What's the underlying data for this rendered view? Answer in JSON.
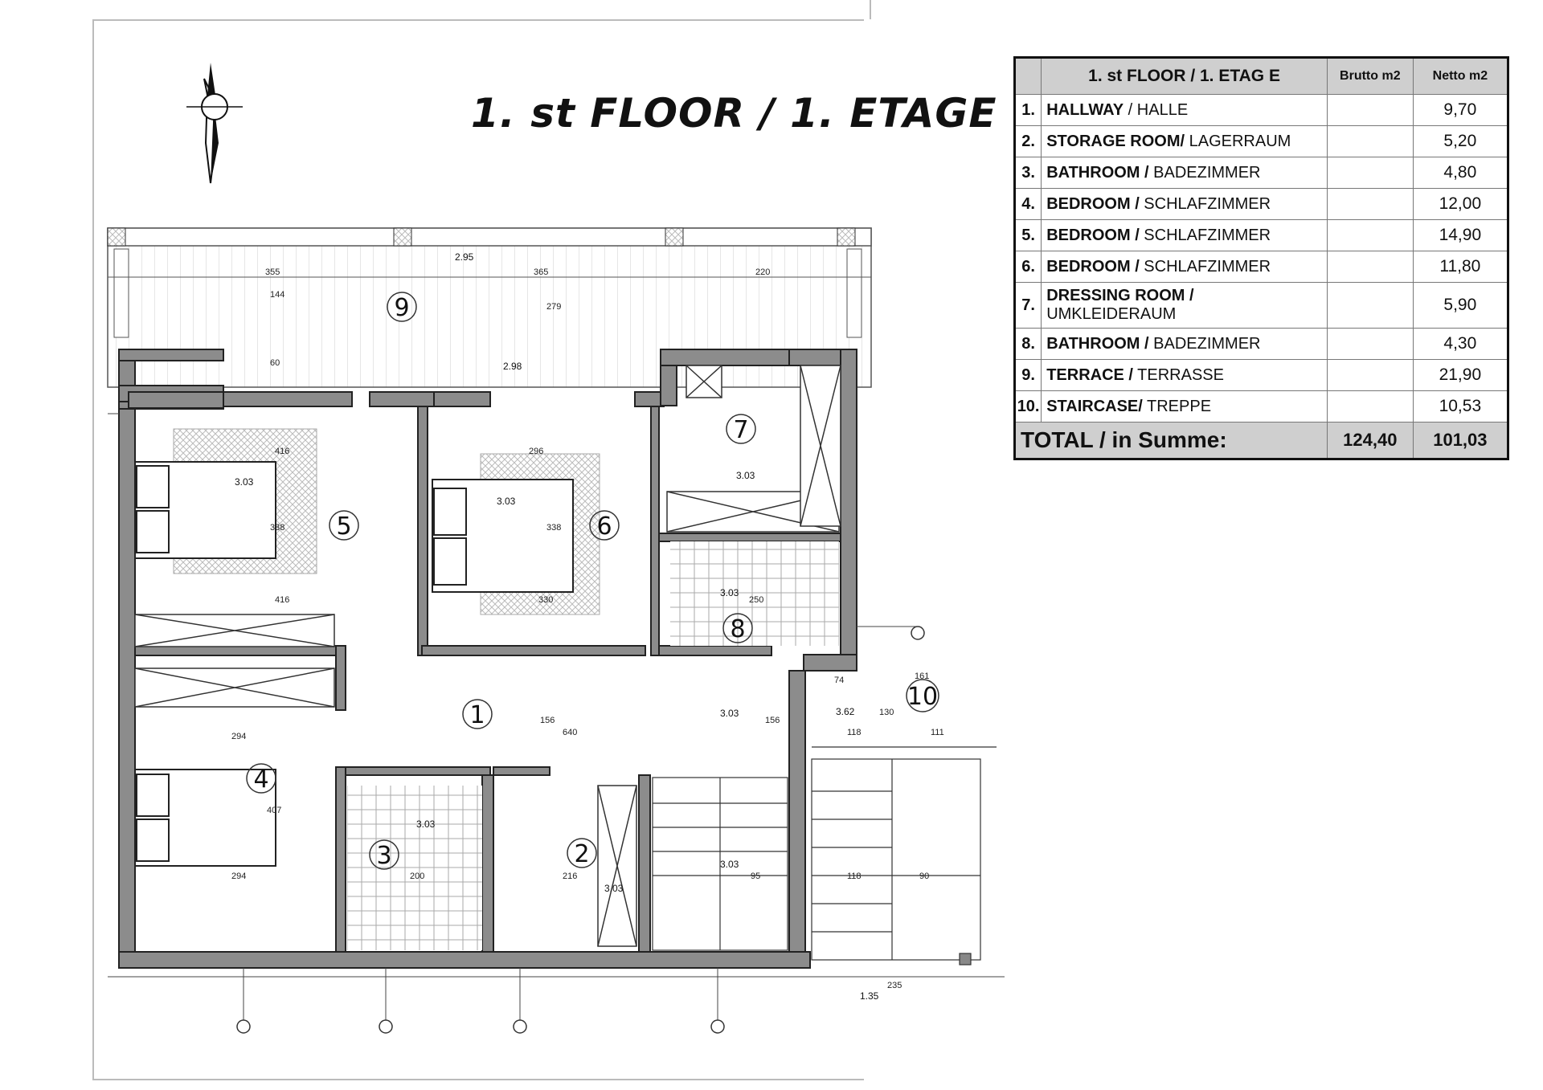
{
  "plan": {
    "title": "1. st FLOOR / 1. ETAGE",
    "room_labels": [
      "1",
      "2",
      "3",
      "4",
      "5",
      "6",
      "7",
      "8",
      "9",
      "10"
    ],
    "elevation_marks": [
      "2.95",
      "2.98",
      "3.03",
      "3.03",
      "3.03",
      "3.03",
      "3.03",
      "3.03",
      "3.03",
      "3.03",
      "3.62",
      "1.35"
    ],
    "dimensions": [
      "355",
      "365",
      "220",
      "416",
      "296",
      "294",
      "294",
      "416",
      "330",
      "250",
      "200",
      "216",
      "118",
      "111",
      "235",
      "640",
      "156",
      "156",
      "161",
      "74",
      "130",
      "90",
      "95",
      "118",
      "338",
      "338",
      "407",
      "144",
      "279",
      "60"
    ]
  },
  "table": {
    "header": {
      "col_name": "1. st FLOOR / 1. ETAG E",
      "col_brutto": "Brutto m2",
      "col_netto": "Netto   m2"
    },
    "rows": [
      {
        "num": "1.",
        "name_bold": "HALLWAY",
        "name_rest": " / HALLE",
        "netto": "9,70"
      },
      {
        "num": "2.",
        "name_bold": "STORAGE ROOM/",
        "name_rest": " LAGERRAUM",
        "netto": "5,20"
      },
      {
        "num": "3.",
        "name_bold": "BATHROOM /",
        "name_rest": " BADEZIMMER",
        "netto": "4,80"
      },
      {
        "num": "4.",
        "name_bold": "BEDROOM /",
        "name_rest": " SCHLAFZIMMER",
        "netto": "12,00"
      },
      {
        "num": "5.",
        "name_bold": "BEDROOM /",
        "name_rest": " SCHLAFZIMMER",
        "netto": "14,90"
      },
      {
        "num": "6.",
        "name_bold": "BEDROOM /",
        "name_rest": " SCHLAFZIMMER",
        "netto": "11,80"
      },
      {
        "num": "7.",
        "name_bold": "DRESSING ROOM /",
        "name_rest": "UMKLEIDERAUM",
        "netto": "5,90"
      },
      {
        "num": "8.",
        "name_bold": "BATHROOM /",
        "name_rest": " BADEZIMMER",
        "netto": "4,30"
      },
      {
        "num": "9.",
        "name_bold": "TERRACE /",
        "name_rest": " TERRASSE",
        "netto": "21,90"
      },
      {
        "num": "10.",
        "name_bold": "STAIRCASE/",
        "name_rest": " TREPPE",
        "netto": "10,53"
      }
    ],
    "total": {
      "label": "TOTAL / in Summe:",
      "brutto": "124,40",
      "netto": "101,03"
    }
  }
}
